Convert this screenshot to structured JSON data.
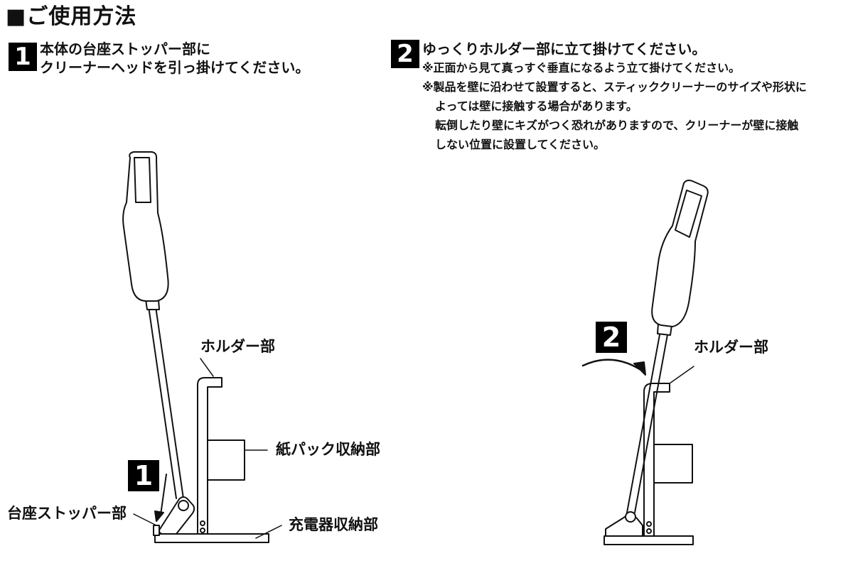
{
  "title": "■ご使用方法",
  "step1": {
    "number": "1",
    "lines": [
      "本体の台座ストッパー部に",
      "クリーナーヘッドを引っ掛けてください。"
    ]
  },
  "step2": {
    "number": "2",
    "lines": [
      "ゆっくりホルダー部に立て掛けてください。"
    ],
    "notes": [
      "※正面から見て真っすぐ垂直になるよう立て掛けてください。",
      "※製品を壁に沿わせて設置すると、スティッククリーナーのサイズや形状に",
      "よっては壁に接触する場合があります。",
      "転倒したり壁にキズがつく恐れがありますので、クリーナーが壁に接触",
      "しない位置に設置してください。"
    ]
  },
  "figure1": {
    "badge": "1",
    "labels": {
      "holder": "ホルダー部",
      "paper_pack": "紙パック収納部",
      "stopper": "台座ストッパー部",
      "charger": "充電器収納部"
    }
  },
  "figure2": {
    "badge": "2",
    "labels": {
      "holder": "ホルダー部"
    }
  }
}
